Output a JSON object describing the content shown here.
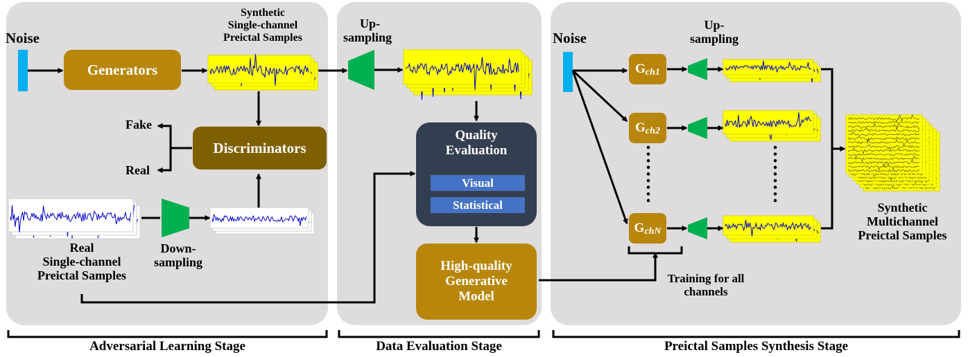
{
  "stages": {
    "adversarial": "Adversarial Learning Stage",
    "evaluation": "Data Evaluation Stage",
    "synthesis": "Preictal Samples Synthesis Stage"
  },
  "left": {
    "noise": "Noise",
    "generators": "Generators",
    "synthetic_single": [
      "Synthetic",
      "Single-channel",
      "Preictal Samples"
    ],
    "discriminators": "Discriminators",
    "fake": "Fake",
    "real_out": "Real",
    "real_single": [
      "Real",
      "Single-channel",
      "Preictal Samples"
    ],
    "downsampling": [
      "Down-",
      "sampling"
    ]
  },
  "middle": {
    "upsampling": [
      "Up-",
      "sampling"
    ],
    "quality": [
      "Quality",
      "Evaluation"
    ],
    "visual": "Visual",
    "statistical": "Statistical",
    "hq_model": [
      "High-quality",
      "Generative",
      "Model"
    ]
  },
  "right": {
    "noise": "Noise",
    "upsampling": [
      "Up-",
      "sampling"
    ],
    "g_base": "G",
    "g_subs": [
      "ch1",
      "ch2",
      "chN"
    ],
    "training": [
      "Training for all",
      "channels"
    ],
    "synthetic_multi": [
      "Synthetic",
      "Multichannel",
      "Preictal Samples"
    ]
  },
  "colors": {
    "panel": "#dedcdd",
    "gold": "#b8860b",
    "discriminator": "#7f6000",
    "quality": "#333f50",
    "pill": "#4472c4",
    "noise": "#00b0f0",
    "sampler": "#00b050",
    "signal_bg": "#ffff00",
    "signal": "#0000cc"
  }
}
